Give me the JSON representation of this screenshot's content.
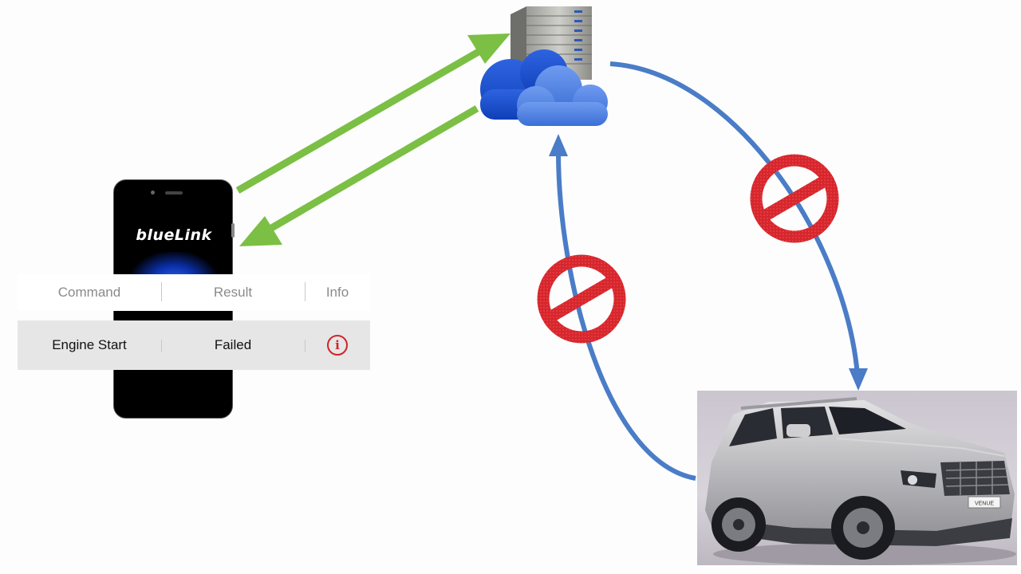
{
  "phone": {
    "app_logo": "blueLink"
  },
  "result_table": {
    "headers": [
      "Command",
      "Result",
      "Info"
    ],
    "row": {
      "command": "Engine Start",
      "result": "Failed",
      "info_icon": "info-circle-icon"
    }
  },
  "diagram": {
    "nodes": [
      "phone",
      "cloud-server",
      "car"
    ],
    "phone_to_server_arrow_color": "#7bbf44",
    "server_to_car_arrow_color": "#4a7cc7",
    "blocked_symbol_color": "#d7262c",
    "blocked_links": [
      "server-to-car",
      "car-to-server"
    ]
  },
  "car": {
    "plate_text": "VENUE"
  }
}
